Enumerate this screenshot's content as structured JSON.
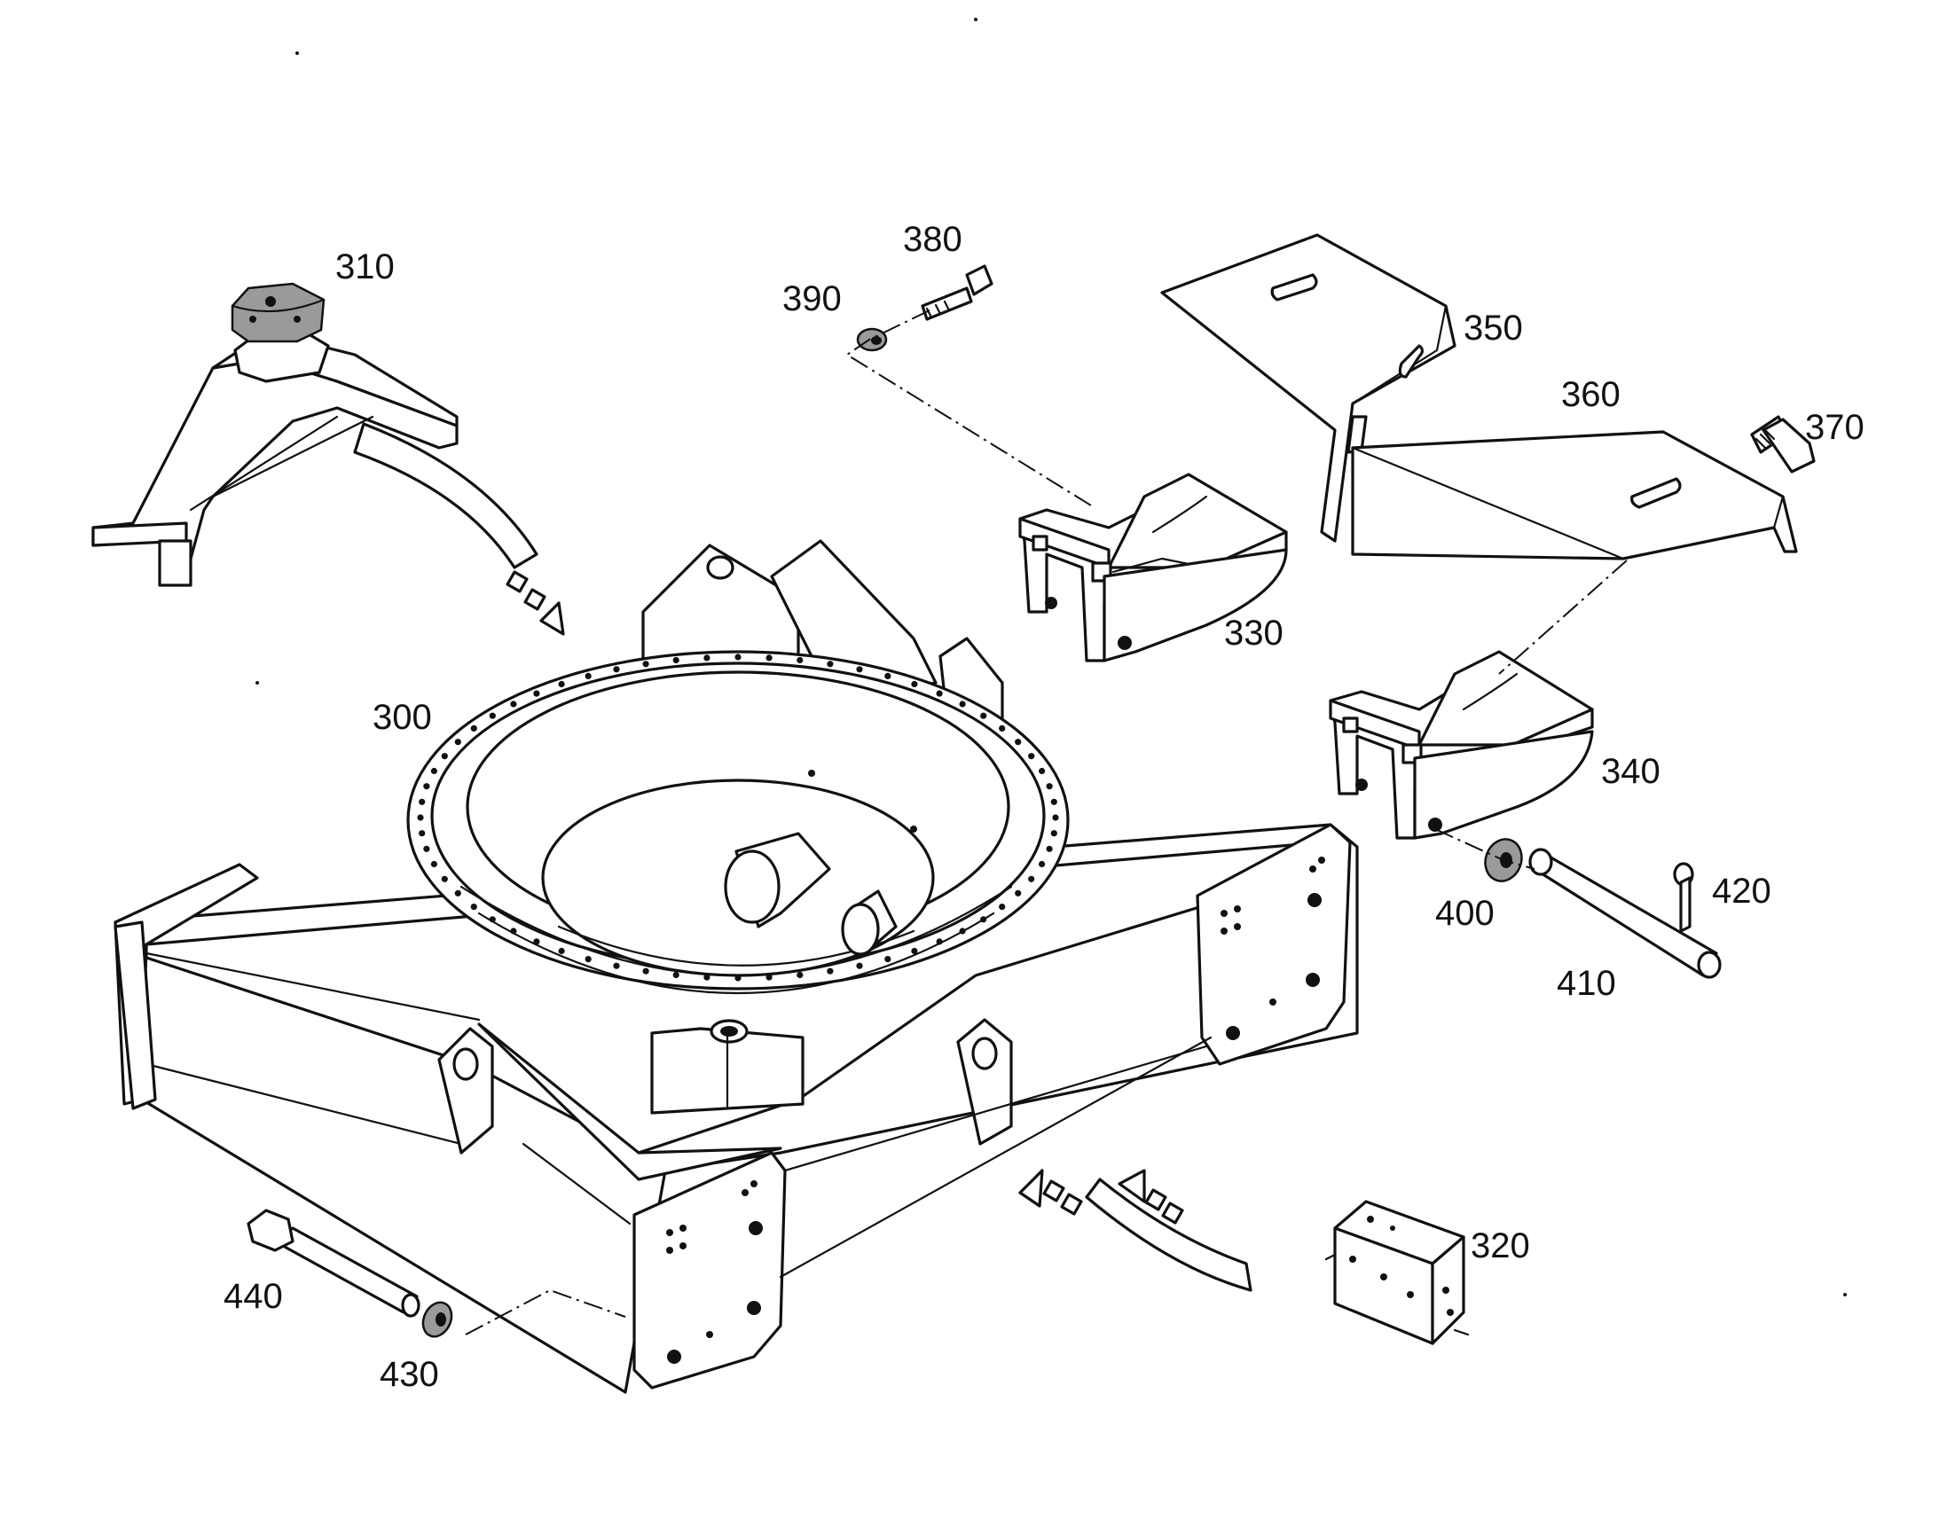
{
  "labels": {
    "l300": "300",
    "l310": "310",
    "l320": "320",
    "l330": "330",
    "l340": "340",
    "l350": "350",
    "l360": "360",
    "l370": "370",
    "l380": "380",
    "l390": "390",
    "l400": "400",
    "l410": "410",
    "l420": "420",
    "l430": "430",
    "l440": "440"
  }
}
